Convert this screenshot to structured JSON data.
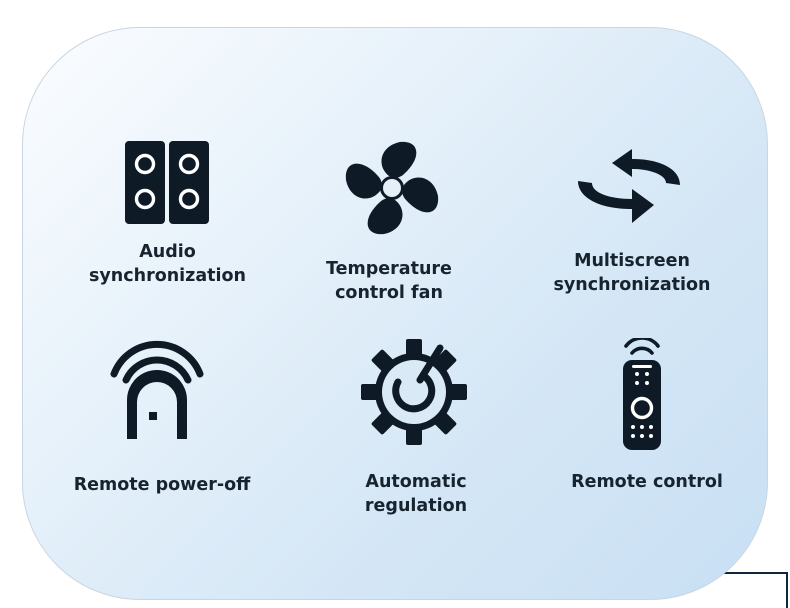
{
  "colors": {
    "icon": "#0e1b26",
    "text": "#17242f",
    "panel_light": "#fbfdff",
    "panel_dark": "#c8dff3",
    "frame": "#0d2740"
  },
  "features": [
    {
      "label": "Audio\nsynchronization",
      "icon": "speakers-icon"
    },
    {
      "label": "Temperature\ncontrol fan",
      "icon": "fan-icon"
    },
    {
      "label": "Multiscreen\nsynchronization",
      "icon": "sync-arrows-icon"
    },
    {
      "label": "Remote power-off",
      "icon": "remote-power-icon"
    },
    {
      "label": "Automatic regulation",
      "icon": "gear-icon"
    },
    {
      "label": "Remote control",
      "icon": "remote-control-icon"
    }
  ]
}
